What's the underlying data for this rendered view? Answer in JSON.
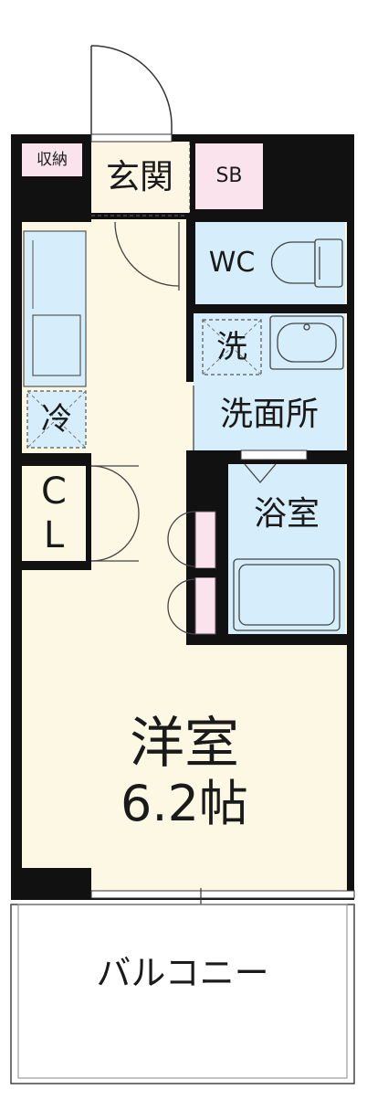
{
  "rooms": {
    "storage": "収納",
    "entrance": "玄関",
    "shoe_box": "SB",
    "toilet": "WC",
    "washer": "洗",
    "washroom": "洗面所",
    "fridge": "冷",
    "closet_line1": "C",
    "closet_line2": "L",
    "bathroom": "浴室",
    "main_room": "洋室",
    "main_room_size": "6.2帖",
    "balcony": "バルコニー"
  },
  "colors": {
    "wall": "#111111",
    "floor": "#fdf8e4",
    "wet_area": "#d6eefb",
    "storage": "#fbe3ee",
    "entrance": "#fdf6e4"
  }
}
